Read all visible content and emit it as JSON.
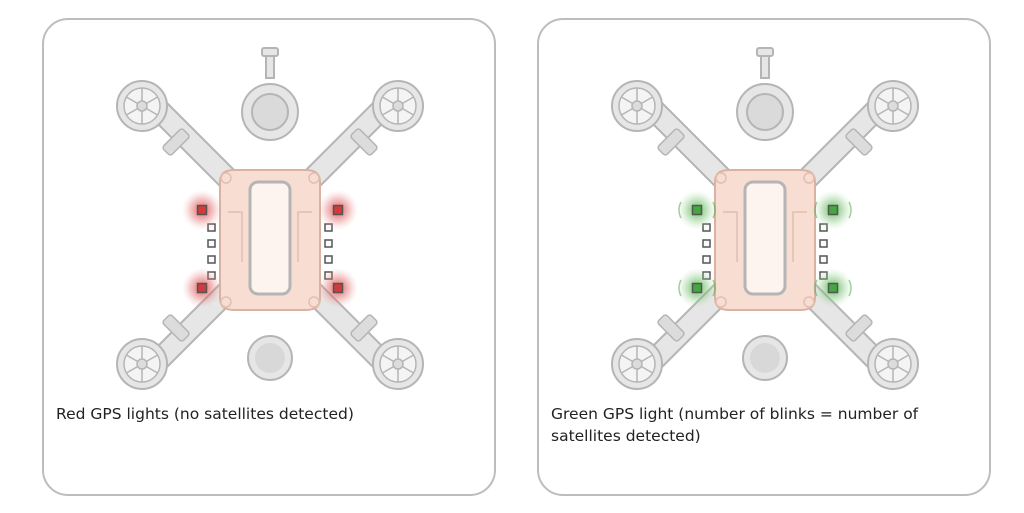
{
  "colors": {
    "frame_fill": "#e6e6e6",
    "frame_stroke": "#b5b5b5",
    "board_fill": "#f7ddd2",
    "board_stroke": "#d9b2a3",
    "red_led": "#d33a3a",
    "green_led": "#45a73f"
  },
  "panels": [
    {
      "caption": "Red GPS lights (no satellites detected)",
      "led_state": "red-solid"
    },
    {
      "caption": "Green GPS light (number of blinks = number of satellites detected)",
      "led_state": "green-blinking"
    }
  ]
}
